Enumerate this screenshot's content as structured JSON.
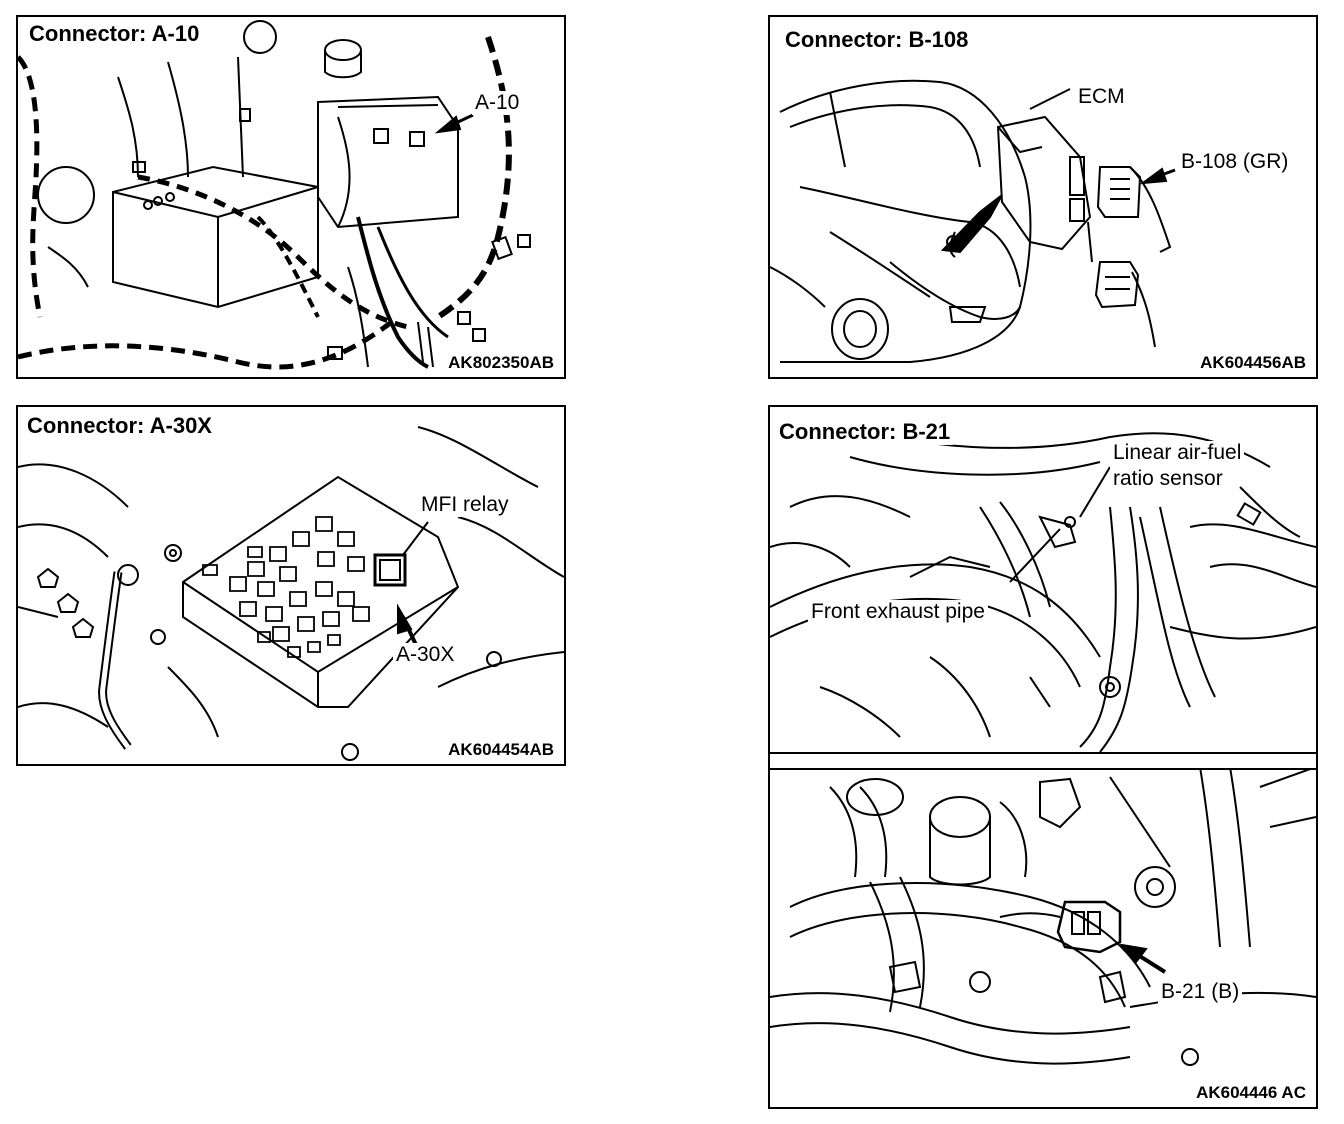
{
  "panels": {
    "a10": {
      "title": "Connector: A-10",
      "code": "AK802350AB",
      "labels": [
        "A-10"
      ]
    },
    "b108": {
      "title": "Connector: B-108",
      "code": "AK604456AB",
      "labels": [
        "ECM",
        "B-108 (GR)"
      ]
    },
    "a30x": {
      "title": "Connector: A-30X",
      "code": "AK604454AB",
      "labels": [
        "MFI relay",
        "A-30X"
      ]
    },
    "b21": {
      "title": "Connector: B-21",
      "code": "AK604446 AC",
      "labels": [
        "Linear air-fuel",
        "ratio sensor",
        "Front exhaust pipe",
        "B-21 (B)"
      ]
    }
  },
  "colors": {
    "ink": "#000000",
    "paper": "#ffffff"
  }
}
